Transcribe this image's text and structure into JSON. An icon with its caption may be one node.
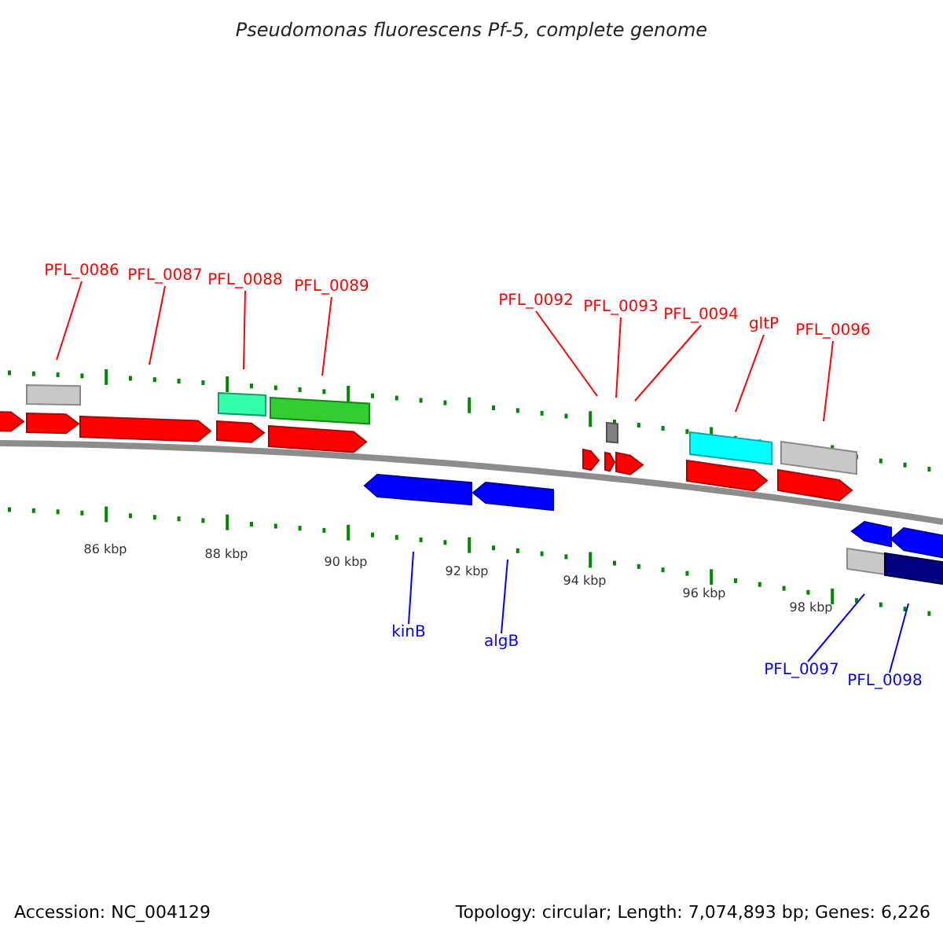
{
  "diagram": {
    "title": "Pseudomonas fluorescens Pf-5, complete genome",
    "nodes": [
      {
        "text": [
          "PFL_0086"
        ]
      },
      {
        "text": [
          "PFL_0087"
        ]
      },
      {
        "text": [
          "PFL_0088"
        ]
      },
      {
        "text": [
          "PFL_0089"
        ]
      },
      {
        "text": [
          "PFL_0092"
        ]
      },
      {
        "text": [
          "PFL_0093"
        ]
      },
      {
        "text": [
          "PFL_0094"
        ]
      },
      {
        "text": [
          "gltP"
        ]
      },
      {
        "text": [
          "PFL_0096"
        ]
      },
      {
        "text": [
          "kinB"
        ]
      },
      {
        "text": [
          "algB"
        ]
      },
      {
        "text": [
          "PFL_0097"
        ]
      },
      {
        "text": [
          "PFL_0098"
        ]
      }
    ],
    "edges": [
      {
        "from": 0,
        "to": null,
        "arrow": "none"
      },
      {
        "from": 1,
        "to": null,
        "arrow": "none"
      },
      {
        "from": 2,
        "to": null,
        "arrow": "none"
      },
      {
        "from": 3,
        "to": null,
        "arrow": "none"
      },
      {
        "from": 4,
        "to": null,
        "arrow": "none"
      },
      {
        "from": 5,
        "to": null,
        "arrow": "none"
      },
      {
        "from": 6,
        "to": null,
        "arrow": "none"
      },
      {
        "from": 7,
        "to": null,
        "arrow": "none"
      },
      {
        "from": 8,
        "to": null,
        "arrow": "none"
      },
      {
        "from": 9,
        "to": null,
        "arrow": "none",
        "color": "#0000ff"
      },
      {
        "from": 10,
        "to": null,
        "arrow": "none",
        "color": "#0000ff"
      },
      {
        "from": 11,
        "to": null,
        "arrow": "none",
        "color": "#0000ff"
      },
      {
        "from": 12,
        "to": null,
        "arrow": "none",
        "color": "#0000ff"
      }
    ],
    "labels": [
      "86 kbp",
      "88 kbp",
      "90 kbp",
      "92 kbp",
      "94 kbp",
      "96 kbp",
      "98 kbp",
      "Accession: NC_004129",
      "Topology: circular; Length: 7,074,893 bp; Genes: 6,226"
    ]
  }
}
